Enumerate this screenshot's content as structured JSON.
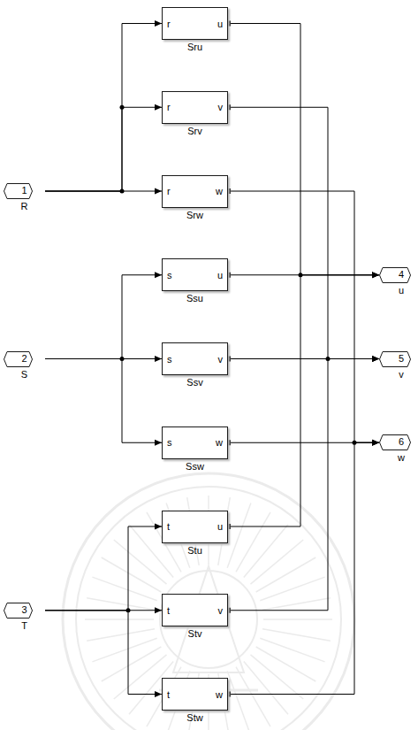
{
  "diagram": {
    "nodes": [
      {
        "text": [
          "1",
          "R"
        ]
      },
      {
        "text": [
          "2",
          "S"
        ]
      },
      {
        "text": [
          "3",
          "T"
        ]
      },
      {
        "text": [
          "r",
          "u",
          "Sru"
        ]
      },
      {
        "text": [
          "r",
          "v",
          "Srv"
        ]
      },
      {
        "text": [
          "r",
          "w",
          "Srw"
        ]
      },
      {
        "text": [
          "s",
          "u",
          "Ssu"
        ]
      },
      {
        "text": [
          "s",
          "v",
          "Ssv"
        ]
      },
      {
        "text": [
          "s",
          "w",
          "Ssw"
        ]
      },
      {
        "text": [
          "t",
          "u",
          "Stu"
        ]
      },
      {
        "text": [
          "t",
          "v",
          "Stv"
        ]
      },
      {
        "text": [
          "t",
          "w",
          "Stw"
        ]
      },
      {
        "text": [
          "4",
          "u"
        ]
      },
      {
        "text": [
          "5",
          "v"
        ]
      },
      {
        "text": [
          "6",
          "w"
        ]
      }
    ],
    "edges": [
      {
        "from": 0,
        "to": 3,
        "arrow": "to"
      },
      {
        "from": 0,
        "to": 4,
        "arrow": "to"
      },
      {
        "from": 0,
        "to": 5,
        "arrow": "to"
      },
      {
        "from": 1,
        "to": 6,
        "arrow": "to"
      },
      {
        "from": 1,
        "to": 7,
        "arrow": "to"
      },
      {
        "from": 1,
        "to": 8,
        "arrow": "to"
      },
      {
        "from": 2,
        "to": 9,
        "arrow": "to"
      },
      {
        "from": 2,
        "to": 10,
        "arrow": "to"
      },
      {
        "from": 2,
        "to": 11,
        "arrow": "to"
      },
      {
        "from": 3,
        "to": 12,
        "arrow": "to"
      },
      {
        "from": 6,
        "to": 12,
        "arrow": "to"
      },
      {
        "from": 9,
        "to": 12,
        "arrow": "to"
      },
      {
        "from": 4,
        "to": 13,
        "arrow": "to"
      },
      {
        "from": 7,
        "to": 13,
        "arrow": "to"
      },
      {
        "from": 10,
        "to": 13,
        "arrow": "to"
      },
      {
        "from": 5,
        "to": 14,
        "arrow": "to"
      },
      {
        "from": 8,
        "to": 14,
        "arrow": "to"
      },
      {
        "from": 11,
        "to": 14,
        "arrow": "to"
      }
    ]
  }
}
